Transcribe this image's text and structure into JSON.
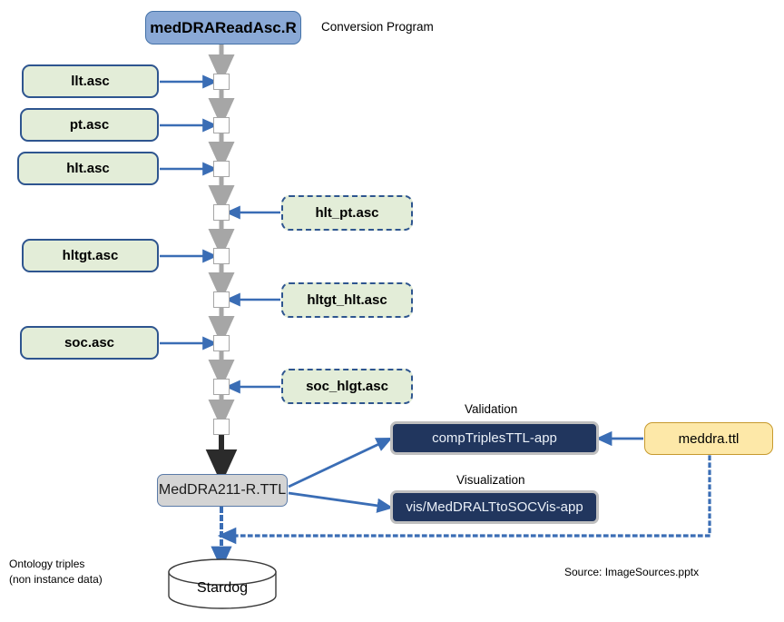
{
  "diagram": {
    "title_note": "MedDRA ASC to TTL conversion pipeline",
    "colors": {
      "program_fill": "#8aa9d6",
      "program_stroke": "#4472a8",
      "asc_fill": "#e3edd8",
      "asc_stroke": "#2e558f",
      "output_fill": "#d4d4d4",
      "app_fill": "#21365e",
      "app_stroke": "#bfbfbf",
      "ttl_fill": "#fde8a8",
      "ttl_stroke": "#c79a2e",
      "arrow_blue": "#3a6db5",
      "spine_gray": "#a6a6a6",
      "spine_black": "#2b2b2b"
    },
    "program": {
      "label": "medDRAReadAsc.R",
      "caption": "Conversion Program"
    },
    "input_files": [
      {
        "label": "llt.asc",
        "style": "solid"
      },
      {
        "label": "pt.asc",
        "style": "solid"
      },
      {
        "label": "hlt.asc",
        "style": "solid"
      },
      {
        "label": "hltgt.asc",
        "style": "solid"
      },
      {
        "label": "soc.asc",
        "style": "solid"
      }
    ],
    "relation_files": [
      {
        "label": "hlt_pt.asc",
        "style": "dashed"
      },
      {
        "label": "hltgt_hlt.asc",
        "style": "dashed"
      },
      {
        "label": "soc_hlgt.asc",
        "style": "dashed"
      }
    ],
    "output": {
      "label": "MedDRA211-R.TTL"
    },
    "apps": [
      {
        "caption": "Validation",
        "label": "compTriplesTTL-app"
      },
      {
        "caption": "Visualization",
        "label": "vis/MedDRALTtoSOCVis-app"
      }
    ],
    "reference_file": {
      "label": "meddra.ttl"
    },
    "database": {
      "label": "Stardog"
    },
    "notes": {
      "ontology": "Ontology triples",
      "ontology_second_line": "(non instance data)",
      "source": "Source: ImageSources.pptx"
    },
    "step_count": 9
  }
}
